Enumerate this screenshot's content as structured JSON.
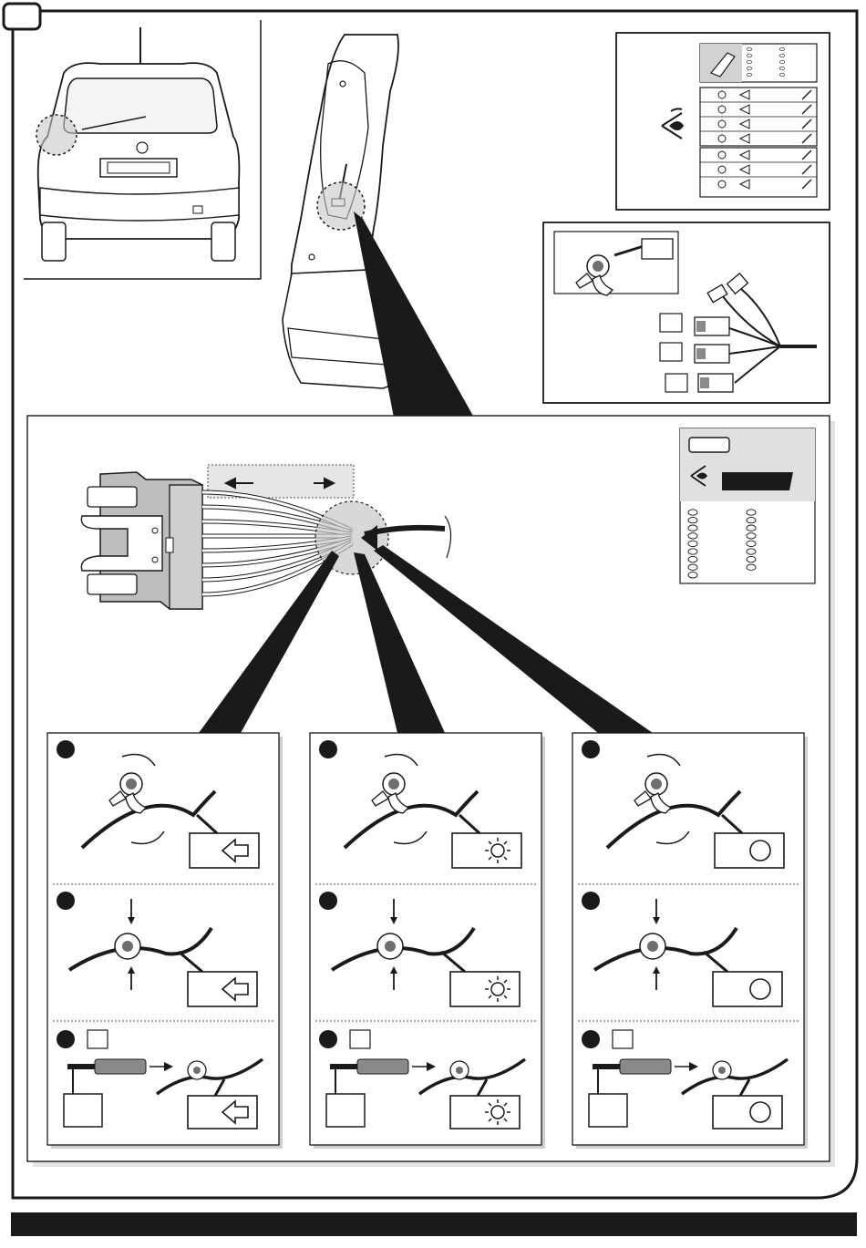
{
  "page": {
    "corner_tab_label": "",
    "footer_bar_text": ""
  },
  "colors": {
    "line": "#1a1a1a",
    "panel_fill": "#e6e6e6",
    "highlight": "#c8c8c8",
    "connector_fill": "#8a8a8a"
  },
  "legend_panel": {
    "icons": [
      "fog-lamp-icon",
      "circle-light-icon",
      "brake-light-icon",
      "turn-left-icon",
      "reverse-icon",
      "sun-light-icon",
      "turn-right-icon"
    ]
  },
  "steps": [
    {
      "id": "step-1",
      "symbol": "turn-arrow-icon"
    },
    {
      "id": "step-2",
      "symbol": "sun-light-icon"
    },
    {
      "id": "step-3",
      "symbol": "circle-light-icon"
    }
  ],
  "step_labels": {
    "connector_badge": ""
  }
}
